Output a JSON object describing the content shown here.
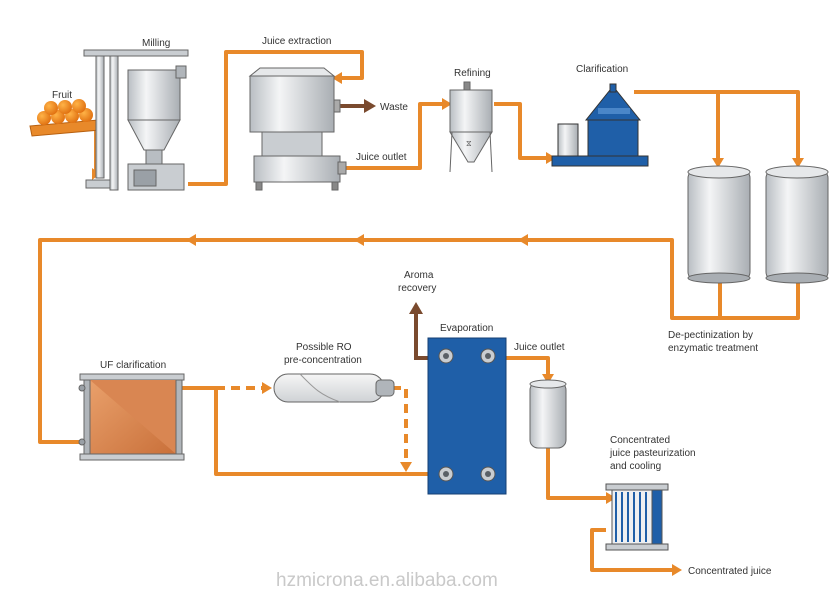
{
  "labels": {
    "fruit": "Fruit",
    "milling": "Milling",
    "juice_extraction": "Juice extraction",
    "waste": "Waste",
    "juice_outlet_top": "Juice outlet",
    "refining": "Refining",
    "clarification": "Clarification",
    "depectinization_1": "De-pectinization by",
    "depectinization_2": "enzymatic treatment",
    "aroma_1": "Aroma",
    "aroma_2": "recovery",
    "evaporation": "Evaporation",
    "juice_outlet_evap": "Juice outlet",
    "uf_clarification": "UF clarification",
    "ro_1": "Possible RO",
    "ro_2": "pre-concentration",
    "past_1": "Concentrated",
    "past_2": "juice pasteurization",
    "past_3": "and cooling",
    "concentrated_juice": "Concentrated juice"
  },
  "watermark": "hzmicrona.en.alibaba.com",
  "colors": {
    "pipe": "#e8892a",
    "waste": "#7a4a2e",
    "evaporator": "#1f5fa8",
    "separator": "#1f5fa8",
    "uf_fill": "#d9824a",
    "steel": "#d4d8dc",
    "text": "#333333"
  }
}
